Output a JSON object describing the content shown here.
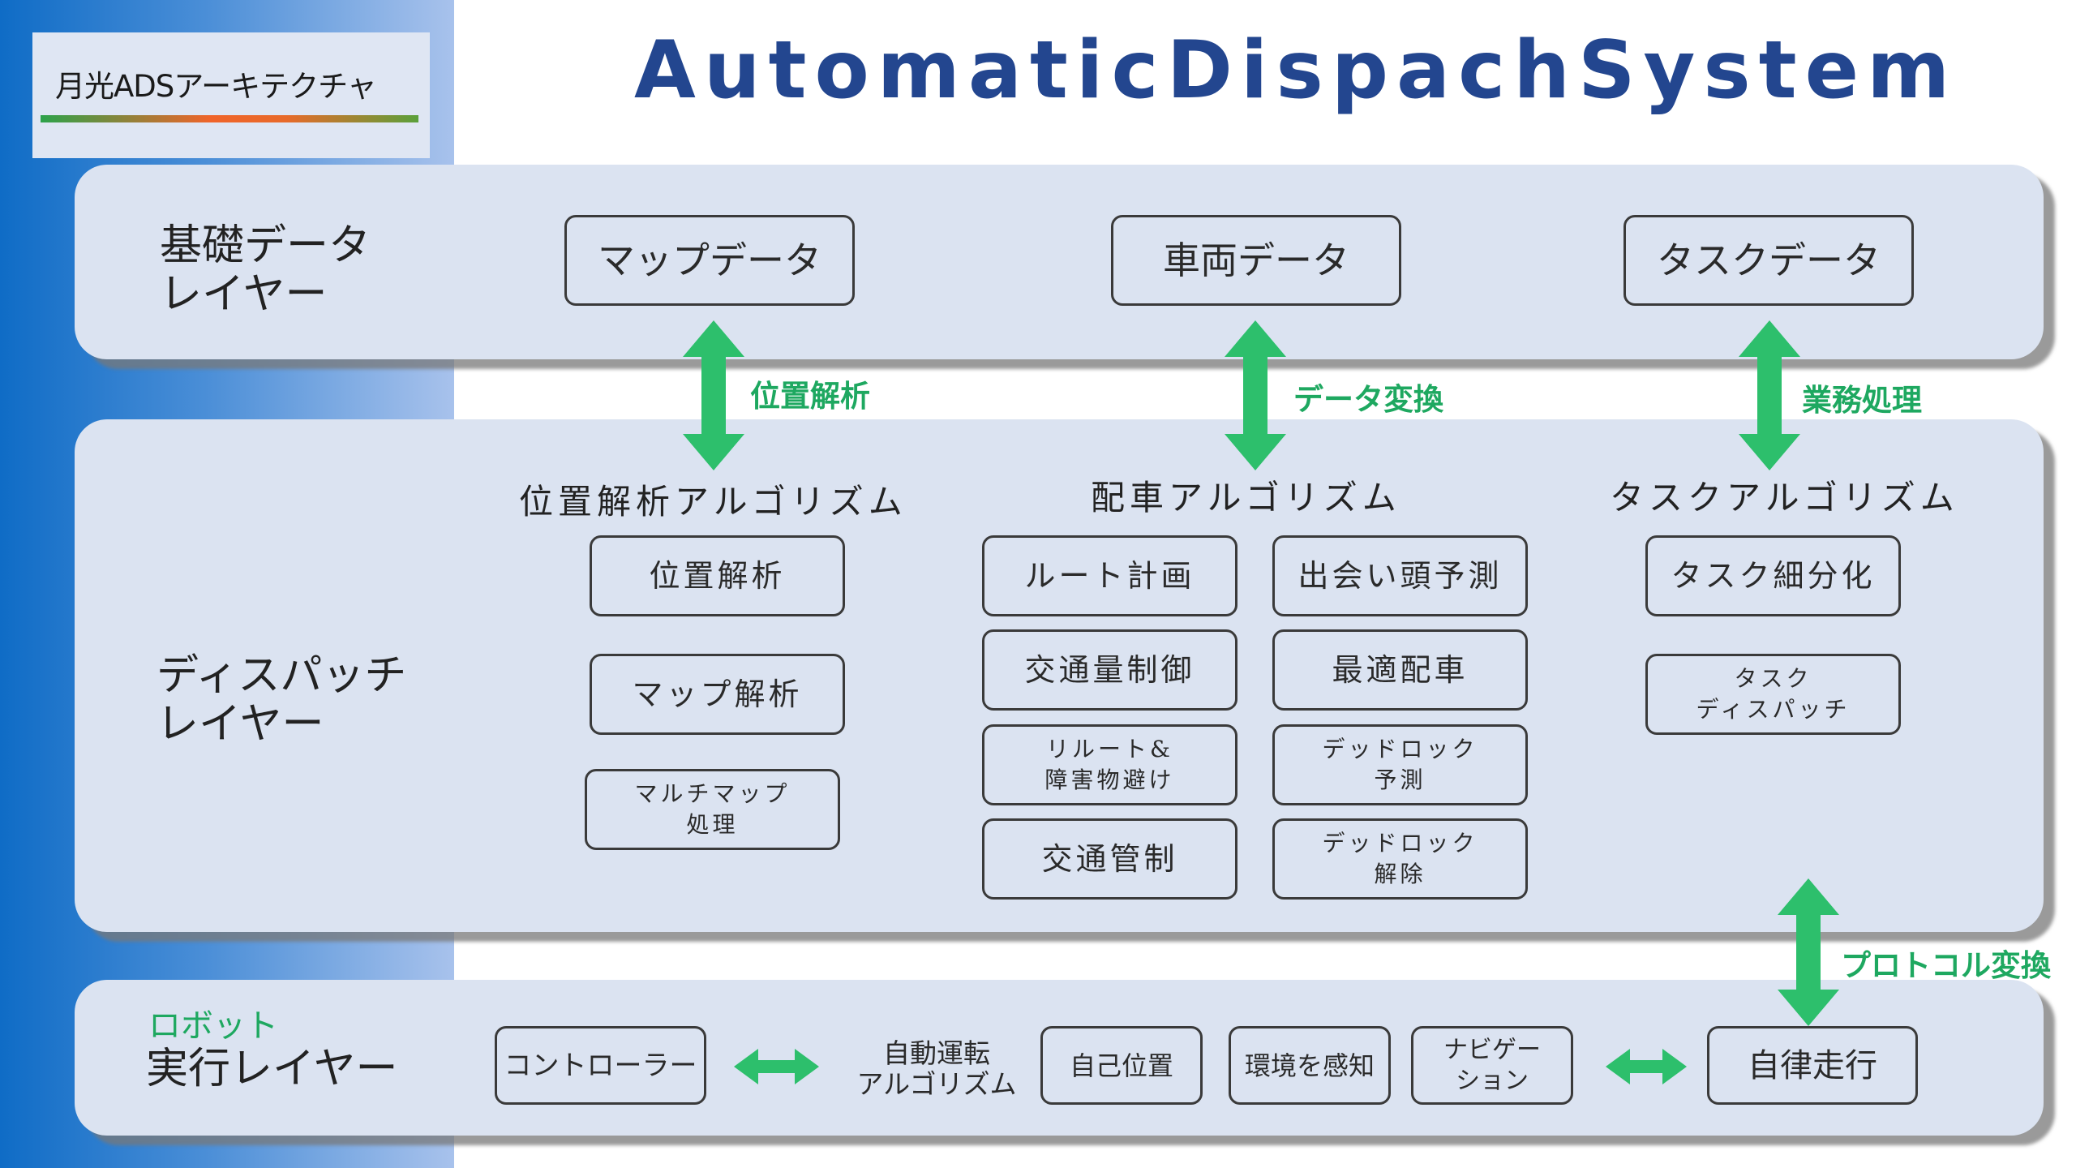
{
  "header": {
    "logo_text": "月光ADSアーキテクチャ",
    "title": "AutomaticDispachSystem"
  },
  "layers": {
    "base": {
      "label_line1": "基礎データ",
      "label_line2": "レイヤー",
      "boxes": [
        "マップデータ",
        "車両データ",
        "タスクデータ"
      ]
    },
    "dispatch": {
      "label_line1": "ディスパッチ",
      "label_line2": "レイヤー",
      "groups": {
        "position": {
          "title": "位置解析アルゴリズム",
          "items": [
            "位置解析",
            "マップ解析"
          ],
          "multi_line1": "マルチマップ",
          "multi_line2": "処理"
        },
        "vehicle": {
          "title": "配車アルゴリズム",
          "items": [
            "ルート計画",
            "出会い頭予測",
            "交通量制御",
            "最適配車",
            "交通管制"
          ],
          "reroute_line1": "リルート&",
          "reroute_line2": "障害物避け",
          "deadlock_predict_line1": "デッドロック",
          "deadlock_predict_line2": "予測",
          "deadlock_resolve_line1": "デッドロック",
          "deadlock_resolve_line2": "解除"
        },
        "task": {
          "title": "タスクアルゴリズム",
          "items": [
            "タスク細分化"
          ],
          "dispatch_line1": "タスク",
          "dispatch_line2": "ディスパッチ"
        }
      }
    },
    "execution": {
      "label_top": "ロボット",
      "label_main": "実行レイヤー",
      "controller": "コントローラー",
      "algo_line1": "自動運転",
      "algo_line2": "アルゴリズム",
      "items": [
        "自己位置",
        "環境を感知"
      ],
      "nav_line1": "ナビゲー",
      "nav_line2": "ション",
      "autonomous": "自律走行"
    }
  },
  "connections": {
    "position_analysis": "位置解析",
    "data_conversion": "データ変換",
    "business_processing": "業務処理",
    "protocol_conversion": "プロトコル変換"
  },
  "colors": {
    "title": "#23468f",
    "panel": "#dbe3f1",
    "arrow": "#2dbf6c",
    "sidebar": "#1a74cc"
  }
}
